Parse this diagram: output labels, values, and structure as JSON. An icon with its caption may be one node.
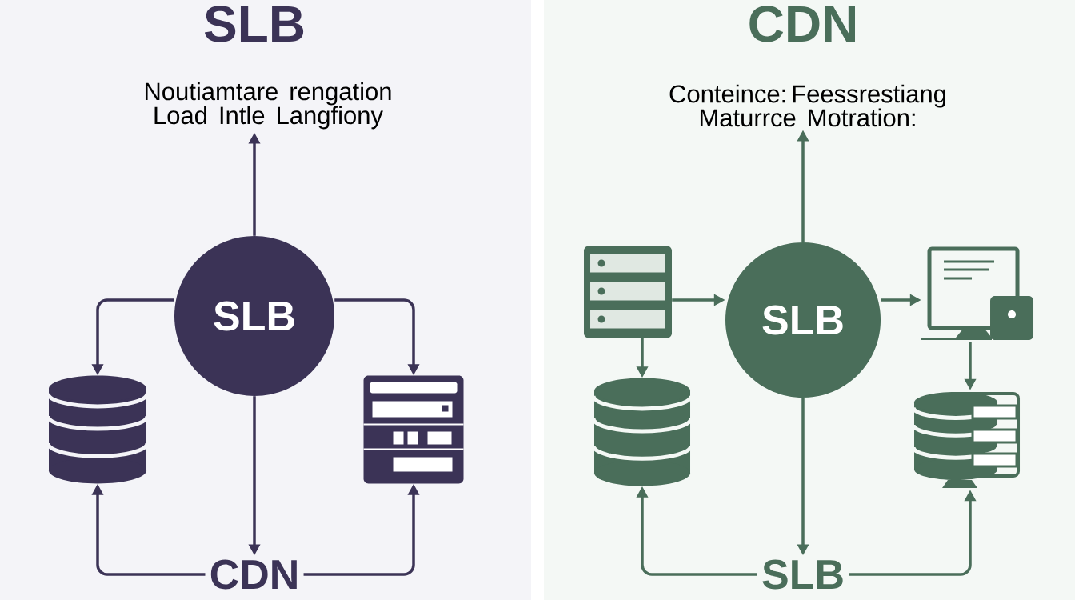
{
  "diagram": {
    "nodes": [
      {
        "text": [
          "Noutiamtare rengation Load Intle Langfiony"
        ]
      },
      {
        "text": [
          "SLB"
        ]
      },
      {
        "text": [],
        "shape": "cylinder"
      },
      {
        "text": [],
        "shape": "server"
      },
      {
        "text": [
          "CDN"
        ]
      },
      {
        "text": [
          "Conteince: Feessrestiang Maturrce Motration:"
        ]
      },
      {
        "text": [],
        "shape": "server"
      },
      {
        "text": [
          "SLB"
        ]
      },
      {
        "text": [],
        "shape": "computer"
      },
      {
        "text": [],
        "shape": "cylinder"
      },
      {
        "text": [],
        "shape": "cylinder"
      },
      {
        "text": [
          "SLB"
        ]
      }
    ],
    "edges": [
      {
        "from": 1,
        "to": 0,
        "arrow": "to"
      },
      {
        "from": 1,
        "to": 2,
        "arrow": "to"
      },
      {
        "from": 1,
        "to": 3,
        "arrow": "to"
      },
      {
        "from": 1,
        "to": 4,
        "arrow": "to"
      },
      {
        "from": 4,
        "to": 2,
        "arrow": "to"
      },
      {
        "from": 4,
        "to": 3,
        "arrow": "to"
      },
      {
        "from": 7,
        "to": 5,
        "arrow": "to",
        "color": "#4a6e5a"
      },
      {
        "from": 6,
        "to": 7,
        "arrow": "to",
        "color": "#4a6e5a"
      },
      {
        "from": 7,
        "to": 8,
        "arrow": "to",
        "color": "#4a6e5a"
      },
      {
        "from": 6,
        "to": 9,
        "arrow": "to",
        "color": "#4a6e5a"
      },
      {
        "from": 8,
        "to": 10,
        "arrow": "to",
        "color": "#4a6e5a"
      },
      {
        "from": 7,
        "to": 11,
        "arrow": "to",
        "color": "#4a6e5a"
      },
      {
        "from": 11,
        "to": 9,
        "arrow": "to",
        "color": "#4a6e5a"
      },
      {
        "from": 11,
        "to": 10,
        "arrow": "to",
        "color": "#4a6e5a"
      }
    ],
    "labels": [
      "SLB",
      "CDN"
    ]
  }
}
